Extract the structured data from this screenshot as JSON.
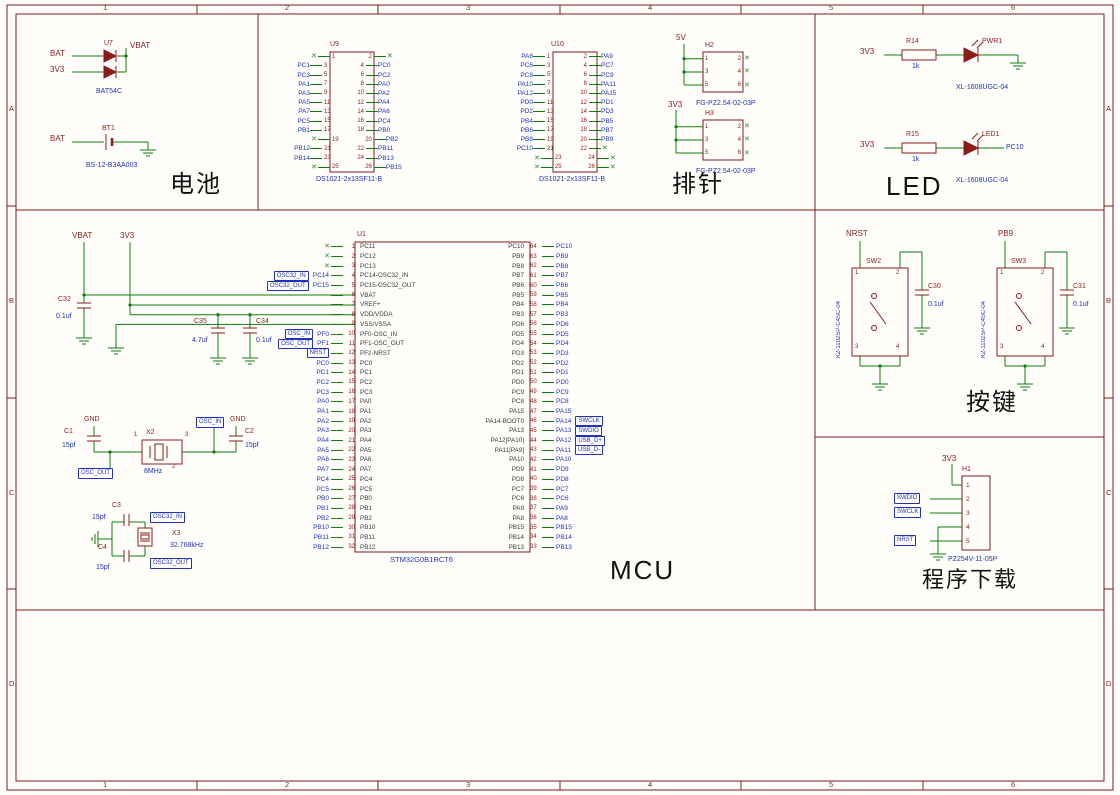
{
  "frame": {
    "cols": [
      "1",
      "2",
      "3",
      "4",
      "5",
      "6"
    ],
    "rows": [
      "A",
      "B",
      "C",
      "D"
    ]
  },
  "titles": {
    "battery": "电池",
    "headers": "排针",
    "led": "LED",
    "mcu": "MCU",
    "buttons": "按键",
    "download": "程序下载"
  },
  "battery": {
    "u7": {
      "ref": "U7",
      "value": "BAT54C",
      "net_in1": "BAT",
      "net_in2": "3V3",
      "net_out": "VBAT"
    },
    "bt1": {
      "ref": "BT1",
      "value": "BS-12-B3AA003",
      "net": "BAT"
    }
  },
  "headers": {
    "u9": {
      "ref": "U9",
      "value": "DS1021-2x13SF11-B",
      "rows": [
        {
          "ln": "",
          "lp": "1",
          "rp": "2",
          "rn": "",
          "lnc": true,
          "rnc": true
        },
        {
          "ln": "PC1",
          "lp": "3",
          "rp": "4",
          "rn": "PC0"
        },
        {
          "ln": "PC3",
          "lp": "5",
          "rp": "6",
          "rn": "PC2"
        },
        {
          "ln": "PA1",
          "lp": "7",
          "rp": "8",
          "rn": "PA0"
        },
        {
          "ln": "PA3",
          "lp": "9",
          "rp": "10",
          "rn": "PA2"
        },
        {
          "ln": "PA5",
          "lp": "11",
          "rp": "12",
          "rn": "PA4"
        },
        {
          "ln": "PA7",
          "lp": "13",
          "rp": "14",
          "rn": "PA6"
        },
        {
          "ln": "PC5",
          "lp": "15",
          "rp": "16",
          "rn": "PC4"
        },
        {
          "ln": "PB1",
          "lp": "17",
          "rp": "18",
          "rn": "PB0"
        },
        {
          "ln": "",
          "lp": "19",
          "rp": "20",
          "rn": "PB2",
          "lnc": true
        },
        {
          "ln": "PB12",
          "lp": "21",
          "rp": "22",
          "rn": "PB11"
        },
        {
          "ln": "PB14",
          "lp": "23",
          "rp": "24",
          "rn": "PB13"
        },
        {
          "ln": "",
          "lp": "25",
          "rp": "26",
          "rn": "PB15",
          "lnc": true
        }
      ]
    },
    "u10": {
      "ref": "U10",
      "value": "DS1021-2x13SF11-B",
      "rows": [
        {
          "ln": "PA8",
          "lp": "1",
          "rp": "2",
          "rn": "PA9"
        },
        {
          "ln": "PC6",
          "lp": "3",
          "rp": "4",
          "rn": "PC7"
        },
        {
          "ln": "PC8",
          "lp": "5",
          "rp": "6",
          "rn": "PC9"
        },
        {
          "ln": "PA10",
          "lp": "7",
          "rp": "8",
          "rn": "PA11"
        },
        {
          "ln": "PA12",
          "lp": "9",
          "rp": "10",
          "rn": "PA15"
        },
        {
          "ln": "PD0",
          "lp": "11",
          "rp": "12",
          "rn": "PD1"
        },
        {
          "ln": "PD2",
          "lp": "13",
          "rp": "14",
          "rn": "PD3"
        },
        {
          "ln": "PB4",
          "lp": "15",
          "rp": "16",
          "rn": "PB5"
        },
        {
          "ln": "PB6",
          "lp": "17",
          "rp": "18",
          "rn": "PB7"
        },
        {
          "ln": "PB8",
          "lp": "19",
          "rp": "20",
          "rn": "PB9"
        },
        {
          "ln": "PC10",
          "lp": "21",
          "rp": "22",
          "rn": "",
          "rnc": true
        },
        {
          "ln": "",
          "lp": "23",
          "rp": "24",
          "rn": "",
          "lnc": true,
          "rnc": true
        },
        {
          "ln": "",
          "lp": "25",
          "rp": "26",
          "rn": "",
          "lnc": true,
          "rnc": true
        }
      ]
    },
    "h2": {
      "ref": "H2",
      "value": "FG-PZ2.54-02-03P",
      "net": "5V",
      "rows": [
        {
          "l": "1",
          "r": "2",
          "rnc": true
        },
        {
          "l": "3",
          "r": "4",
          "rnc": true
        },
        {
          "l": "5",
          "r": "6",
          "rnc": true
        }
      ]
    },
    "h3": {
      "ref": "H3",
      "value": "FG-PZ2.54-02-03P",
      "net": "3V3",
      "rows": [
        {
          "l": "1",
          "r": "2",
          "rnc": true
        },
        {
          "l": "3",
          "r": "4",
          "rnc": true
        },
        {
          "l": "5",
          "r": "6",
          "rnc": true
        }
      ]
    }
  },
  "led": {
    "row1": {
      "net": "3V3",
      "res_ref": "R14",
      "res_val": "1k",
      "led_ref": "PWR1",
      "value": "XL-1608UGC-04"
    },
    "row2": {
      "net": "3V3",
      "res_ref": "R15",
      "res_val": "1k",
      "led_ref": "LED1",
      "value": "XL-1608UGC-04",
      "net_out": "PC10"
    }
  },
  "mcu": {
    "u1": {
      "ref": "U1",
      "value": "STM32G0B1RCT6",
      "left_pins": [
        {
          "num": "1",
          "name": "PC11",
          "nc": true
        },
        {
          "num": "2",
          "name": "PC12",
          "nc": true
        },
        {
          "num": "3",
          "name": "PC13",
          "nc": true
        },
        {
          "num": "4",
          "name": "PC14-OSC32_IN",
          "flag": "OSC32_IN",
          "net": "PC14"
        },
        {
          "num": "5",
          "name": "PC15-OSC32_OUT",
          "flag": "OSC32_OUT",
          "net": "PC15"
        },
        {
          "num": "6",
          "name": "VBAT"
        },
        {
          "num": "7",
          "name": "VREF+"
        },
        {
          "num": "8",
          "name": "VDD/VDDA"
        },
        {
          "num": "9",
          "name": "VSS/VSSA"
        },
        {
          "num": "10",
          "name": "PF0-OSC_IN",
          "flag": "OSC_IN",
          "net": "PF0"
        },
        {
          "num": "11",
          "name": "PF1-OSC_OUT",
          "flag": "OSC_OUT",
          "net": "PF1"
        },
        {
          "num": "12",
          "name": "PF2-NRST",
          "flag": "NRST"
        },
        {
          "num": "13",
          "name": "PC0",
          "net": "PC0"
        },
        {
          "num": "14",
          "name": "PC1",
          "net": "PC1"
        },
        {
          "num": "15",
          "name": "PC2",
          "net": "PC2"
        },
        {
          "num": "16",
          "name": "PC3",
          "net": "PC3"
        },
        {
          "num": "17",
          "name": "PA0",
          "net": "PA0"
        },
        {
          "num": "18",
          "name": "PA1",
          "net": "PA1"
        },
        {
          "num": "19",
          "name": "PA2",
          "net": "PA2"
        },
        {
          "num": "20",
          "name": "PA3",
          "net": "PA3"
        },
        {
          "num": "21",
          "name": "PA4",
          "net": "PA4"
        },
        {
          "num": "22",
          "name": "PA5",
          "net": "PA5"
        },
        {
          "num": "23",
          "name": "PA6",
          "net": "PA6"
        },
        {
          "num": "24",
          "name": "PA7",
          "net": "PA7"
        },
        {
          "num": "25",
          "name": "PC4",
          "net": "PC4"
        },
        {
          "num": "26",
          "name": "PC5",
          "net": "PC5"
        },
        {
          "num": "27",
          "name": "PB0",
          "net": "PB0"
        },
        {
          "num": "28",
          "name": "PB1",
          "net": "PB1"
        },
        {
          "num": "29",
          "name": "PB2",
          "net": "PB2"
        },
        {
          "num": "30",
          "name": "PB10",
          "net": "PB10"
        },
        {
          "num": "31",
          "name": "PB11",
          "net": "PB11"
        },
        {
          "num": "32",
          "name": "PB12",
          "net": "PB12"
        }
      ],
      "right_pins": [
        {
          "num": "64",
          "name": "PC10",
          "net": "PC10"
        },
        {
          "num": "63",
          "name": "PB9",
          "net": "PB9"
        },
        {
          "num": "62",
          "name": "PB8",
          "net": "PB8"
        },
        {
          "num": "61",
          "name": "PB7",
          "net": "PB7"
        },
        {
          "num": "60",
          "name": "PB6",
          "net": "PB6"
        },
        {
          "num": "59",
          "name": "PB5",
          "net": "PB5"
        },
        {
          "num": "58",
          "name": "PB4",
          "net": "PB4"
        },
        {
          "num": "57",
          "name": "PB3",
          "net": "PB3"
        },
        {
          "num": "56",
          "name": "PD6",
          "net": "PD6"
        },
        {
          "num": "55",
          "name": "PD5",
          "net": "PD5"
        },
        {
          "num": "54",
          "name": "PD4",
          "net": "PD4"
        },
        {
          "num": "53",
          "name": "PD3",
          "net": "PD3"
        },
        {
          "num": "52",
          "name": "PD2",
          "net": "PD2"
        },
        {
          "num": "51",
          "name": "PD1",
          "net": "PD1"
        },
        {
          "num": "50",
          "name": "PD0",
          "net": "PD0"
        },
        {
          "num": "49",
          "name": "PC9",
          "net": "PC9"
        },
        {
          "num": "48",
          "name": "PC8",
          "net": "PC8"
        },
        {
          "num": "47",
          "name": "PA15",
          "net": "PA15"
        },
        {
          "num": "46",
          "name": "PA14-BOOT0",
          "net": "PA14",
          "flag": "SWCLK"
        },
        {
          "num": "45",
          "name": "PA13",
          "net": "PA13",
          "flag": "SWDIO"
        },
        {
          "num": "44",
          "name": "PA12[PA10]",
          "net": "PA12",
          "flag": "USB_D+"
        },
        {
          "num": "43",
          "name": "PA11[PA9]",
          "net": "PA11",
          "flag": "USB_D-"
        },
        {
          "num": "42",
          "name": "PA10",
          "net": "PA10"
        },
        {
          "num": "41",
          "name": "PD9",
          "net": "PD9"
        },
        {
          "num": "40",
          "name": "PD8",
          "net": "PD8"
        },
        {
          "num": "39",
          "name": "PC7",
          "net": "PC7"
        },
        {
          "num": "38",
          "name": "PC6",
          "net": "PC6"
        },
        {
          "num": "37",
          "name": "PA9",
          "net": "PA9"
        },
        {
          "num": "36",
          "name": "PA8",
          "net": "PA8"
        },
        {
          "num": "35",
          "name": "PB15",
          "net": "PB15"
        },
        {
          "num": "34",
          "name": "PB14",
          "net": "PB14"
        },
        {
          "num": "33",
          "name": "PB13",
          "net": "PB13"
        }
      ]
    },
    "power": {
      "net_vbat": "VBAT",
      "net_3v3": "3V3",
      "c32_ref": "C32",
      "c32_val": "0.1uf",
      "c35_ref": "C35",
      "c35_val": "4.7uf",
      "c34_ref": "C34",
      "c34_val": "0.1uf"
    },
    "xtal_hs": {
      "ref": "X2",
      "value": "8MHz",
      "c1_ref": "C1",
      "c1_val": "15pf",
      "c2_ref": "C2",
      "c2_val": "15pf",
      "flag_gnd1": "GND",
      "flag_osc_in": "OSC_IN",
      "flag_osc_out": "OSC_OUT",
      "flag_gnd2": "GND",
      "pin1": "1",
      "pin2": "2",
      "pin3": "3"
    },
    "xtal_ls": {
      "ref": "X3",
      "value": "32.768kHz",
      "c3_ref": "C3",
      "c3_val": "15pf",
      "c4_ref": "C4",
      "c4_val": "15pf",
      "flag_in": "OSC32_IN",
      "flag_out": "OSC32_OUT"
    }
  },
  "buttons": {
    "sw2": {
      "ref": "SW2",
      "value": "K2-1102SP-C4SC-04",
      "net": "NRST",
      "cap_ref": "C30",
      "cap_val": "0.1uf",
      "pins": [
        "1",
        "2",
        "3",
        "4"
      ]
    },
    "sw3": {
      "ref": "SW3",
      "value": "K2-1102SP-C4SC-04",
      "net": "PB9",
      "cap_ref": "C31",
      "cap_val": "0.1uf",
      "pins": [
        "1",
        "2",
        "3",
        "4"
      ]
    }
  },
  "download": {
    "h1": {
      "ref": "H1",
      "value": "PZ254V-11-05P",
      "net_pwr": "3V3",
      "net_swdio": "SWDIO",
      "net_swclk": "SWCLK",
      "net_nrst": "NRST",
      "pins": [
        {
          "num": "1"
        },
        {
          "num": "2"
        },
        {
          "num": "3"
        },
        {
          "num": "4"
        },
        {
          "num": "5"
        }
      ]
    }
  }
}
